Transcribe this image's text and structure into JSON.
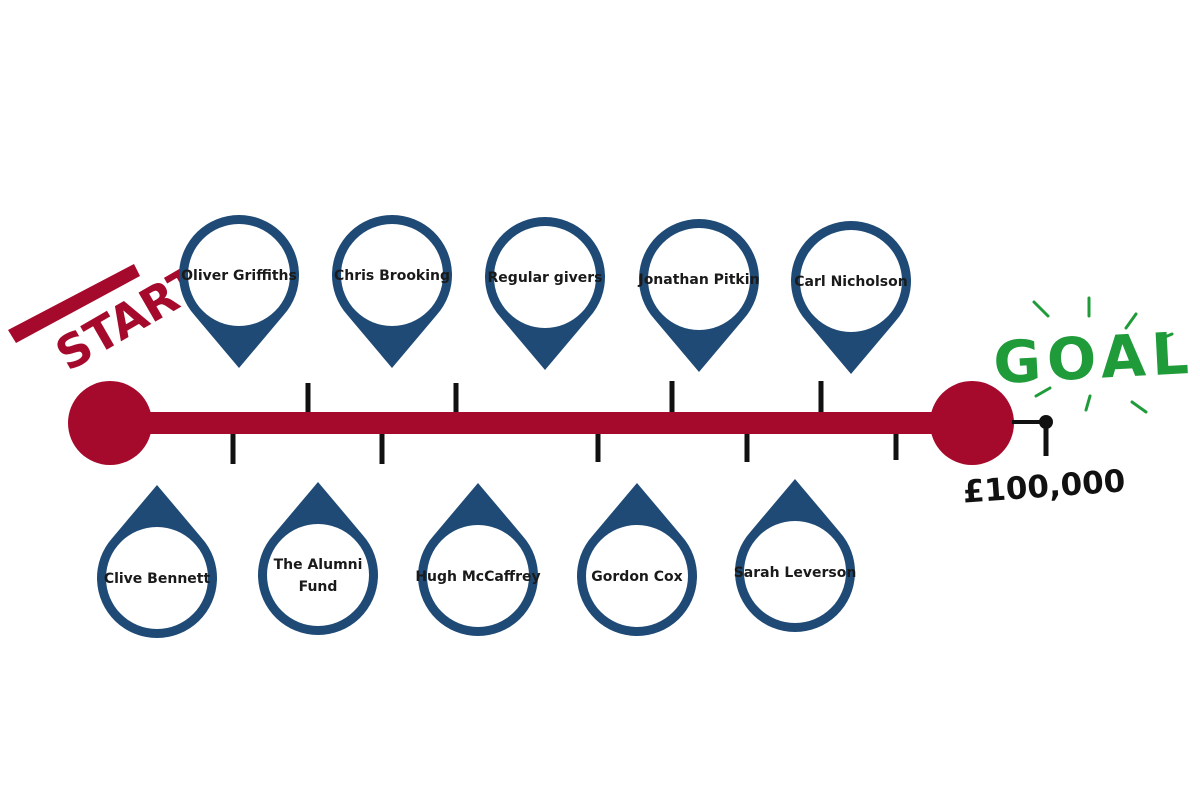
{
  "start": {
    "label": "START"
  },
  "goal": {
    "label": "GOAL",
    "amount": "£100,000"
  },
  "colors": {
    "track": "#a50a2c",
    "pin": "#1e4a75",
    "goal": "#1f9b3a",
    "tick": "#111111",
    "label": "#1a1a1a"
  },
  "donors": {
    "top": [
      {
        "name": [
          "Oliver Griffiths"
        ]
      },
      {
        "name": [
          "Chris Brooking"
        ]
      },
      {
        "name": [
          "Regular givers"
        ]
      },
      {
        "name": [
          "Jonathan Pitkin"
        ]
      },
      {
        "name": [
          "Carl Nicholson"
        ]
      }
    ],
    "bottom": [
      {
        "name": [
          "Clive Bennett"
        ]
      },
      {
        "name": [
          "The Alumni",
          "Fund"
        ]
      },
      {
        "name": [
          "Hugh McCaffrey"
        ]
      },
      {
        "name": [
          "Gordon Cox"
        ]
      },
      {
        "name": [
          "Sarah Leverson"
        ]
      }
    ]
  }
}
